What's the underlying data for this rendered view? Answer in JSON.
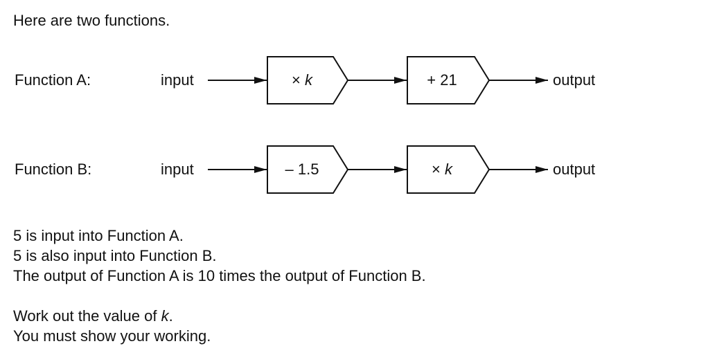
{
  "intro": "Here are two functions.",
  "function_a": {
    "label": "Function A:",
    "input": "input",
    "output": "output",
    "step1_op": "×",
    "step1_var": "k",
    "step2": "+ 21"
  },
  "function_b": {
    "label": "Function B:",
    "input": "input",
    "output": "output",
    "step1": "– 1.5",
    "step2_op": "×",
    "step2_var": "k"
  },
  "statements": [
    "5 is input into Function A.",
    "5 is also input into Function B.",
    "The output of Function A is 10 times the output of Function B."
  ],
  "task": {
    "line1_prefix": "Work out the value of ",
    "line1_var": "k",
    "line1_suffix": ".",
    "line2": "You must show your working."
  }
}
